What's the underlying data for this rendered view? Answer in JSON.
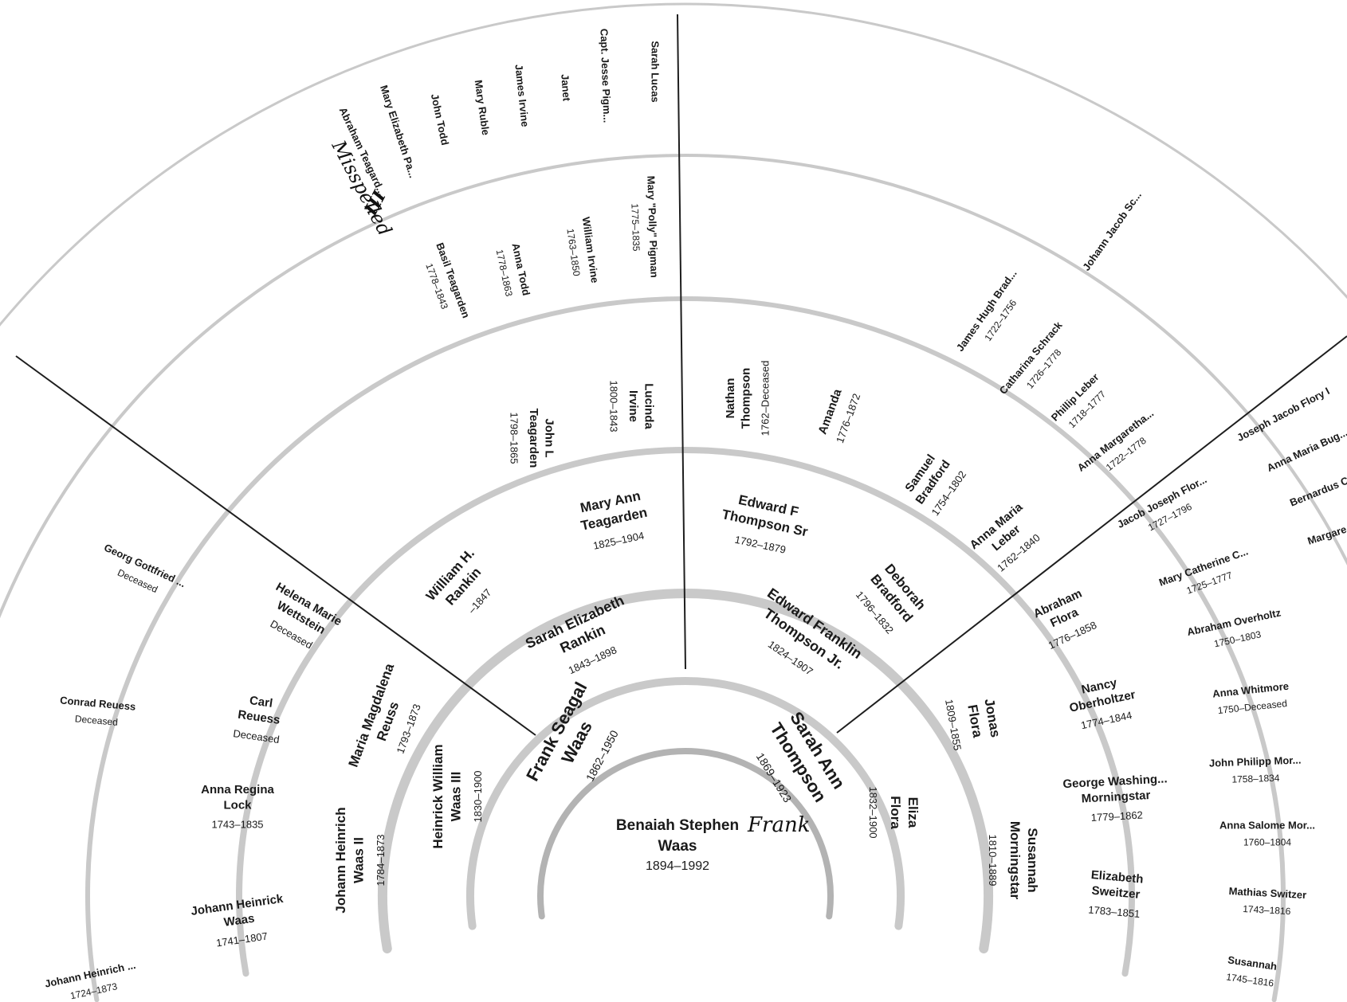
{
  "colors": {
    "ring": "#c9c9c9",
    "ring_dark": "#b3b3b3",
    "divider": "#1e1e1e",
    "text": "#1a1a1a",
    "paper": "#ffffff"
  },
  "root": {
    "name_line1": "Benaiah Stephen",
    "name_line2": "Waas",
    "years": "1894–1992",
    "handwritten_note": "Frank"
  },
  "handwritten": {
    "ordinal": "III",
    "note": "Misspelled"
  },
  "persons": [
    {
      "id": "p1",
      "name": [
        "Frank Seagal",
        "Waas"
      ],
      "years": "1862–1950"
    },
    {
      "id": "p2",
      "name": [
        "Sarah Ann",
        "Thompson"
      ],
      "years": "1869–1923"
    },
    {
      "id": "p3",
      "name": [
        "Heinrick William",
        "Waas III"
      ],
      "years": "1830–1900"
    },
    {
      "id": "p4",
      "name": [
        "Sarah Elizabeth",
        "Rankin"
      ],
      "years": "1843–1898"
    },
    {
      "id": "p5",
      "name": [
        "Edward Franklin",
        "Thompson Jr."
      ],
      "years": "1824–1907"
    },
    {
      "id": "p6",
      "name": [
        "Eliza",
        "Flora"
      ],
      "years": "1832–1900"
    },
    {
      "id": "p7",
      "name": [
        "Johann Heinrich",
        "Waas II"
      ],
      "years": "1784–1873"
    },
    {
      "id": "p8",
      "name": [
        "Maria Magdalena",
        "Reuss"
      ],
      "years": "1793–1873"
    },
    {
      "id": "p9",
      "name": [
        "William H.",
        "Rankin"
      ],
      "years": "–1847"
    },
    {
      "id": "p10",
      "name": [
        "Mary Ann",
        "Teagarden"
      ],
      "years": "1825–1904"
    },
    {
      "id": "p11",
      "name": [
        "Edward F",
        "Thompson Sr"
      ],
      "years": "1792–1879"
    },
    {
      "id": "p12",
      "name": [
        "Deborah",
        "Bradford"
      ],
      "years": "1796–1832"
    },
    {
      "id": "p13",
      "name": [
        "Jonas",
        "Flora"
      ],
      "years": "1809–1855"
    },
    {
      "id": "p14",
      "name": [
        "Susannah",
        "Morningstar"
      ],
      "years": "1810–1889"
    },
    {
      "id": "p15",
      "name": [
        "Johann Heinrick",
        "Waas"
      ],
      "years": "1741–1807"
    },
    {
      "id": "p16",
      "name": [
        "Anna Regina",
        "Lock"
      ],
      "years": "1743–1835"
    },
    {
      "id": "p17",
      "name": [
        "Carl",
        "Reuess"
      ],
      "years": "Deceased"
    },
    {
      "id": "p18",
      "name": [
        "Helena Marie",
        "Wettstein"
      ],
      "years": "Deceased"
    },
    {
      "id": "p19",
      "name": [
        "John L",
        "Teagarden"
      ],
      "years": "1798–1865"
    },
    {
      "id": "p20",
      "name": [
        "Lucinda",
        "Irvine"
      ],
      "years": "1800–1843"
    },
    {
      "id": "p21",
      "name": [
        "Nathan",
        "Thompson"
      ],
      "years": "1762–Deceased"
    },
    {
      "id": "p22",
      "name": [
        "Amanda"
      ],
      "years": "1776–1872"
    },
    {
      "id": "p23",
      "name": [
        "Samuel",
        "Bradford"
      ],
      "years": "1754–1802"
    },
    {
      "id": "p24",
      "name": [
        "Anna Maria",
        "Leber"
      ],
      "years": "1762–1840"
    },
    {
      "id": "p25",
      "name": [
        "Abraham",
        "Flora"
      ],
      "years": "1776–1858"
    },
    {
      "id": "p26",
      "name": [
        "Nancy",
        "Oberholtzer"
      ],
      "years": "1774–1844"
    },
    {
      "id": "p27",
      "name": [
        "George Washing...",
        "Morningstar"
      ],
      "years": "1779–1862"
    },
    {
      "id": "p28",
      "name": [
        "Elizabeth",
        "Sweitzer"
      ],
      "years": "1783–1851"
    },
    {
      "id": "p29",
      "name": [
        "Johann Heinrich ..."
      ],
      "years": "1724–1873"
    },
    {
      "id": "p30",
      "name": [
        "Conrad Reuess"
      ],
      "years": "Deceased"
    },
    {
      "id": "p31",
      "name": [
        "Georg Gottfried ..."
      ],
      "years": "Deceased"
    },
    {
      "id": "p32",
      "name": [
        "Basil Teagarden"
      ],
      "years": "1778–1843"
    },
    {
      "id": "p33",
      "name": [
        "Anna Todd"
      ],
      "years": "1778–1863"
    },
    {
      "id": "p34",
      "name": [
        "William Irvine"
      ],
      "years": "1763–1850"
    },
    {
      "id": "p35",
      "name": [
        "Mary \"Polly\" Pigman"
      ],
      "years": "1775–1835"
    },
    {
      "id": "p36",
      "name": [
        "James Hugh Brad..."
      ],
      "years": "1722–1756"
    },
    {
      "id": "p37",
      "name": [
        "Catharina Schrack"
      ],
      "years": "1726–1778"
    },
    {
      "id": "p38",
      "name": [
        "Phillip Leber"
      ],
      "years": "1718–1777"
    },
    {
      "id": "p39",
      "name": [
        "Anna Margaretha..."
      ],
      "years": "1722–1778"
    },
    {
      "id": "p40",
      "name": [
        "Jacob Joseph Flor..."
      ],
      "years": "1727–1796"
    },
    {
      "id": "p41",
      "name": [
        "Mary Catherine C..."
      ],
      "years": "1725–1777"
    },
    {
      "id": "p42",
      "name": [
        "Abraham Overholtz"
      ],
      "years": "1750–1803"
    },
    {
      "id": "p43",
      "name": [
        "Anna Whitmore"
      ],
      "years": "1750–Deceased"
    },
    {
      "id": "p44",
      "name": [
        "John Philipp Mor..."
      ],
      "years": "1758–1834"
    },
    {
      "id": "p45",
      "name": [
        "Anna Salome Mor..."
      ],
      "years": "1760–1804"
    },
    {
      "id": "p46",
      "name": [
        "Mathias Switzer"
      ],
      "years": "1743–1816"
    },
    {
      "id": "p47",
      "name": [
        "Susannah"
      ],
      "years": "1745–1816"
    },
    {
      "id": "p48",
      "name": [
        "Abraham Teagard..."
      ],
      "years": ""
    },
    {
      "id": "p49",
      "name": [
        "Mary Elizabeth Pa..."
      ],
      "years": ""
    },
    {
      "id": "p50",
      "name": [
        "John Todd"
      ],
      "years": ""
    },
    {
      "id": "p51",
      "name": [
        "Mary Ruble"
      ],
      "years": ""
    },
    {
      "id": "p52",
      "name": [
        "James Irvine"
      ],
      "years": ""
    },
    {
      "id": "p53",
      "name": [
        "Janet"
      ],
      "years": ""
    },
    {
      "id": "p54",
      "name": [
        "Capt. Jesse Pigm..."
      ],
      "years": ""
    },
    {
      "id": "p55",
      "name": [
        "Sarah Lucas"
      ],
      "years": ""
    },
    {
      "id": "p56",
      "name": [
        "Johann Jacob Sc..."
      ],
      "years": ""
    },
    {
      "id": "p57",
      "name": [
        "Joseph Jacob Flory I"
      ],
      "years": ""
    },
    {
      "id": "p58",
      "name": [
        "Anna Maria Bug..."
      ],
      "years": ""
    },
    {
      "id": "p59",
      "name": [
        "Bernardus C..."
      ],
      "years": ""
    },
    {
      "id": "p60",
      "name": [
        "Margare..."
      ],
      "years": ""
    }
  ]
}
